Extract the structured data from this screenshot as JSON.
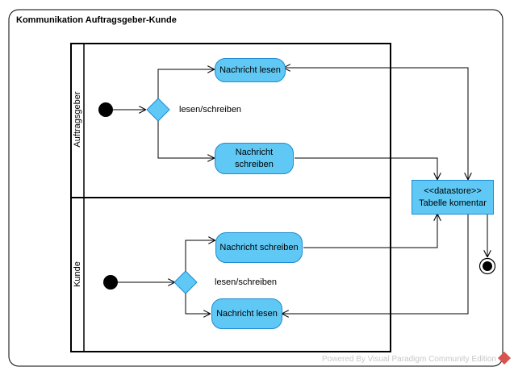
{
  "diagram": {
    "title": "Kommunikation Auftragsgeber-Kunde",
    "lanes": [
      {
        "label": "Auftragsgeber"
      },
      {
        "label": "Kunde"
      }
    ],
    "nodes": {
      "top_read": "Nachricht lesen",
      "top_write": "Nachricht\nschreiben",
      "bottom_write": "Nachricht schreiben",
      "bottom_read": "Nachricht lesen",
      "datastore_stereotype": "<<datastore>>",
      "datastore_name": "Tabelle komentar"
    },
    "guards": {
      "top": "lesen/schreiben",
      "bottom": "lesen/schreiben"
    },
    "watermark": "Powered By Visual Paradigm Community Edition",
    "colors": {
      "node_fill": "#5fc8f4",
      "node_stroke": "#1f8bd1",
      "line": "#000000",
      "watermark_logo": "#d9534f"
    }
  }
}
